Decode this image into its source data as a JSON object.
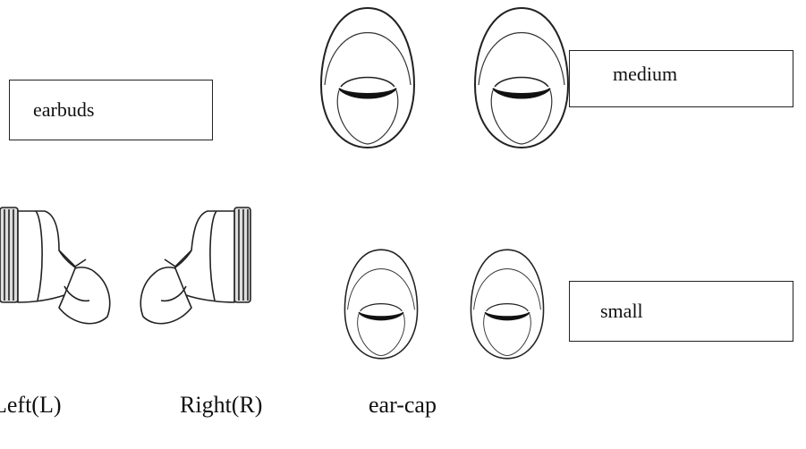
{
  "labels": {
    "earbuds": "earbuds",
    "medium": "medium",
    "small": "small"
  },
  "captions": {
    "left": "Left(L)",
    "right": "Right(R)",
    "ear_cap": "ear-cap"
  }
}
